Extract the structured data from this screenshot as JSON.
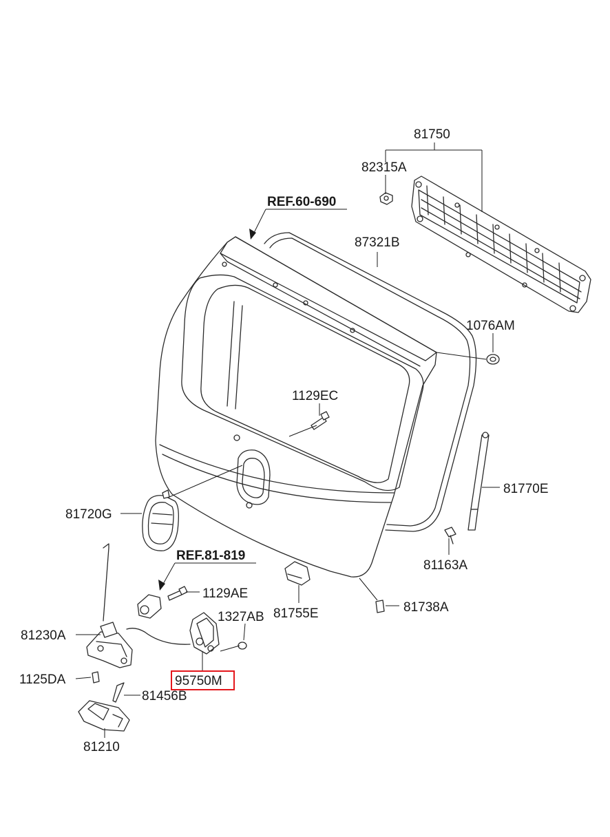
{
  "labels": {
    "p81750": "81750",
    "p82315A": "82315A",
    "ref60690": "REF.60-690",
    "p87321B": "87321B",
    "p1076AM": "1076AM",
    "p1129EC": "1129EC",
    "p81770E": "81770E",
    "p81720G": "81720G",
    "ref81819": "REF.81-819",
    "p81163A": "81163A",
    "p1129AE": "1129AE",
    "p1327AB": "1327AB",
    "p81755E": "81755E",
    "p81738A": "81738A",
    "p81230A": "81230A",
    "p95750M": "95750M",
    "p1125DA": "1125DA",
    "p81456B": "81456B",
    "p81210": "81210"
  },
  "highlight": {
    "part": "95750M",
    "color": "#e4161b"
  }
}
